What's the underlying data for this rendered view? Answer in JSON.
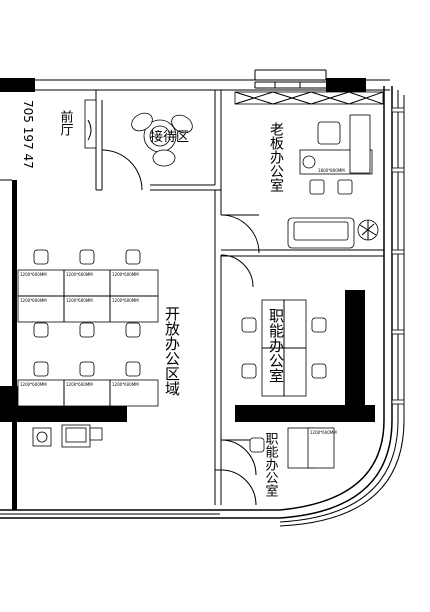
{
  "rooms": {
    "reception": "前厅",
    "meeting_table_label": "接待区",
    "boss_office": "老板办公室",
    "open_office": "开放办公区域",
    "function_room_1": "职能办公室",
    "function_room_2": "职能办公室"
  },
  "dimensions": {
    "left_vertical": "705 197 47"
  },
  "desk_labels": [
    "1200*600MM",
    "1200*600MM",
    "1200*600MM",
    "1200*600MM",
    "1200*600MM",
    "1200*600MM",
    "1200*600MM",
    "1200*600MM",
    "1200*600MM"
  ],
  "small_labels": {
    "boss_desk": "1800*800MM",
    "func_desk": "1200*600MM"
  }
}
